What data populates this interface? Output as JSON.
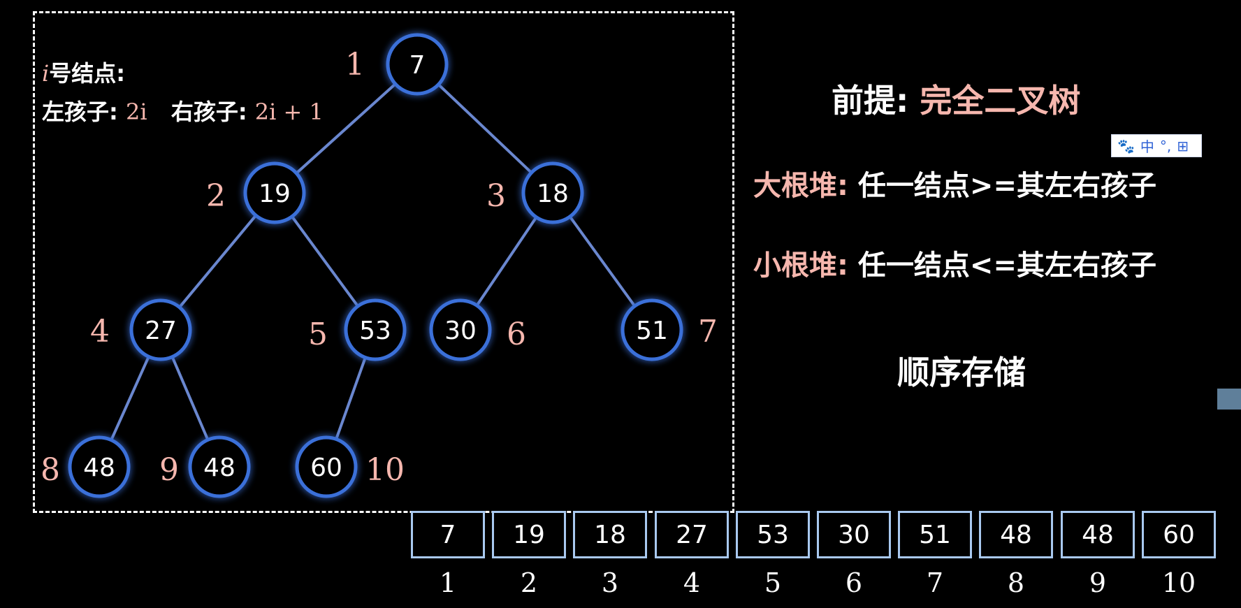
{
  "formula": {
    "i_var": "i",
    "node_label": "号结点:",
    "left_label": "左孩子:",
    "left_expr": "2i",
    "right_label": "右孩子:",
    "right_expr": "2i + 1"
  },
  "premise": {
    "label": "前提:",
    "value": "完全二叉树"
  },
  "max_heap": {
    "label": "大根堆:",
    "desc": "任一结点>=其左右孩子"
  },
  "min_heap": {
    "label": "小根堆:",
    "desc": "任一结点<=其左右孩子"
  },
  "storage_title": "顺序存储",
  "ime": {
    "lang": "中",
    "punct": "°,",
    "grid": "⊞"
  },
  "tree": {
    "nodes": [
      {
        "index": "1",
        "value": "7"
      },
      {
        "index": "2",
        "value": "19"
      },
      {
        "index": "3",
        "value": "18"
      },
      {
        "index": "4",
        "value": "27"
      },
      {
        "index": "5",
        "value": "53"
      },
      {
        "index": "6",
        "value": "30"
      },
      {
        "index": "7",
        "value": "51"
      },
      {
        "index": "8",
        "value": "48"
      },
      {
        "index": "9",
        "value": "48"
      },
      {
        "index": "10",
        "value": "60"
      }
    ],
    "edges": [
      [
        1,
        2
      ],
      [
        1,
        3
      ],
      [
        2,
        4
      ],
      [
        2,
        5
      ],
      [
        3,
        6
      ],
      [
        3,
        7
      ],
      [
        4,
        8
      ],
      [
        4,
        9
      ],
      [
        5,
        10
      ]
    ]
  },
  "array": {
    "values": [
      "7",
      "19",
      "18",
      "27",
      "53",
      "30",
      "51",
      "48",
      "48",
      "60"
    ],
    "indices": [
      "1",
      "2",
      "3",
      "4",
      "5",
      "6",
      "7",
      "8",
      "9",
      "10"
    ]
  },
  "colors": {
    "node_stroke": "#3b6fd9",
    "node_glow": "#2f5fc4",
    "edge": "#6a87cf",
    "index_text": "#f6b7ae",
    "array_border": "#a9c9f0"
  }
}
